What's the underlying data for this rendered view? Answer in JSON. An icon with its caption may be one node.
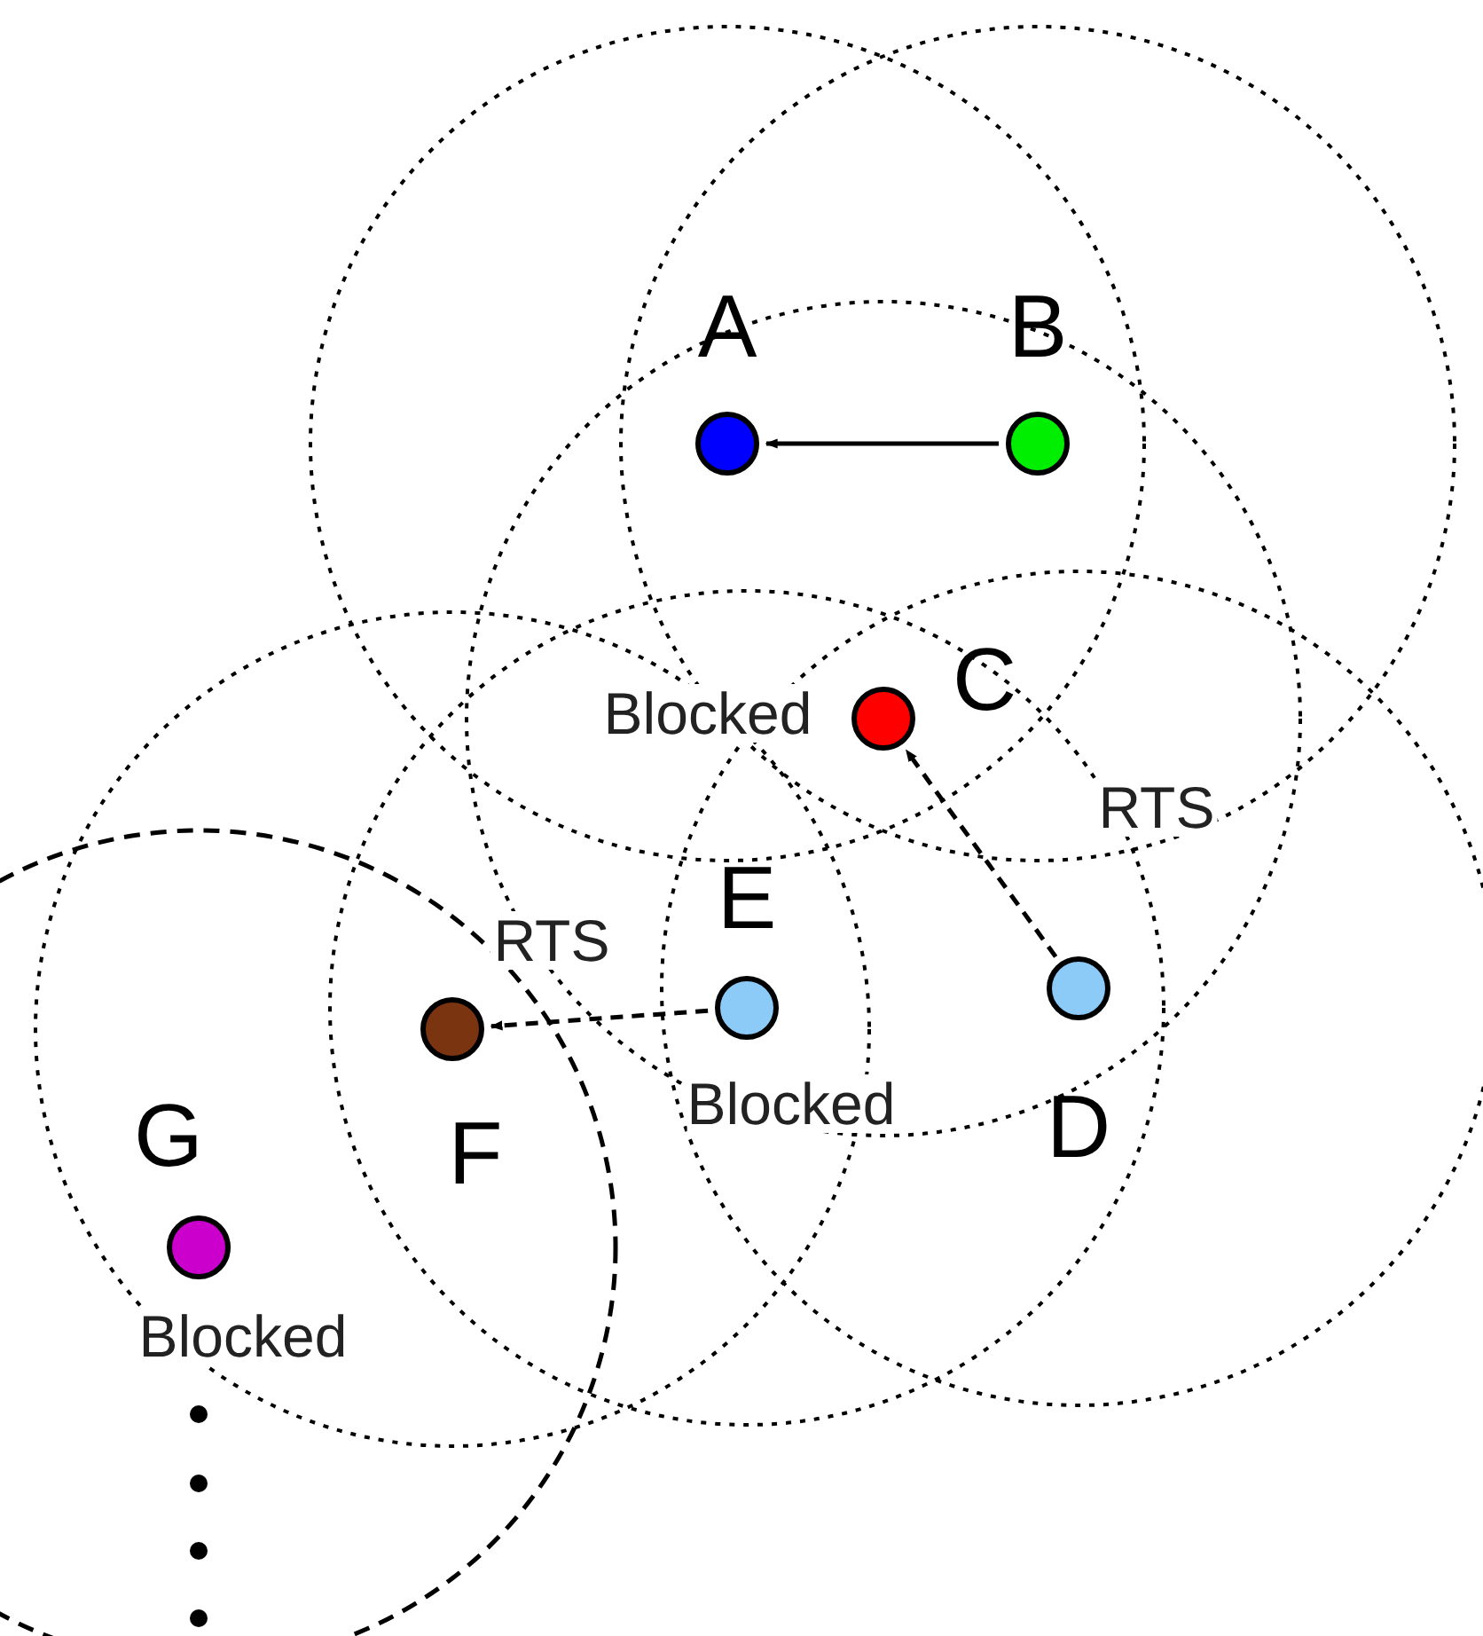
{
  "diagram": {
    "nodes": [
      {
        "text": [
          "A"
        ]
      },
      {
        "text": [
          "B"
        ]
      },
      {
        "text": [
          "C"
        ],
        "beside": [
          "Blocked"
        ]
      },
      {
        "text": [
          "E"
        ],
        "beside": [
          "Blocked"
        ]
      },
      {
        "text": [
          "D"
        ]
      },
      {
        "text": [
          "F"
        ]
      },
      {
        "text": [
          "G"
        ],
        "beside": [
          "Blocked"
        ]
      }
    ],
    "edges": [
      {
        "from": 1,
        "to": 0,
        "arrow": "to"
      },
      {
        "from": 4,
        "to": 2,
        "arrow": "to",
        "label": "RTS",
        "style": "dashed"
      },
      {
        "from": 3,
        "to": 5,
        "arrow": "to",
        "label": "RTS",
        "style": "dashed"
      }
    ]
  }
}
